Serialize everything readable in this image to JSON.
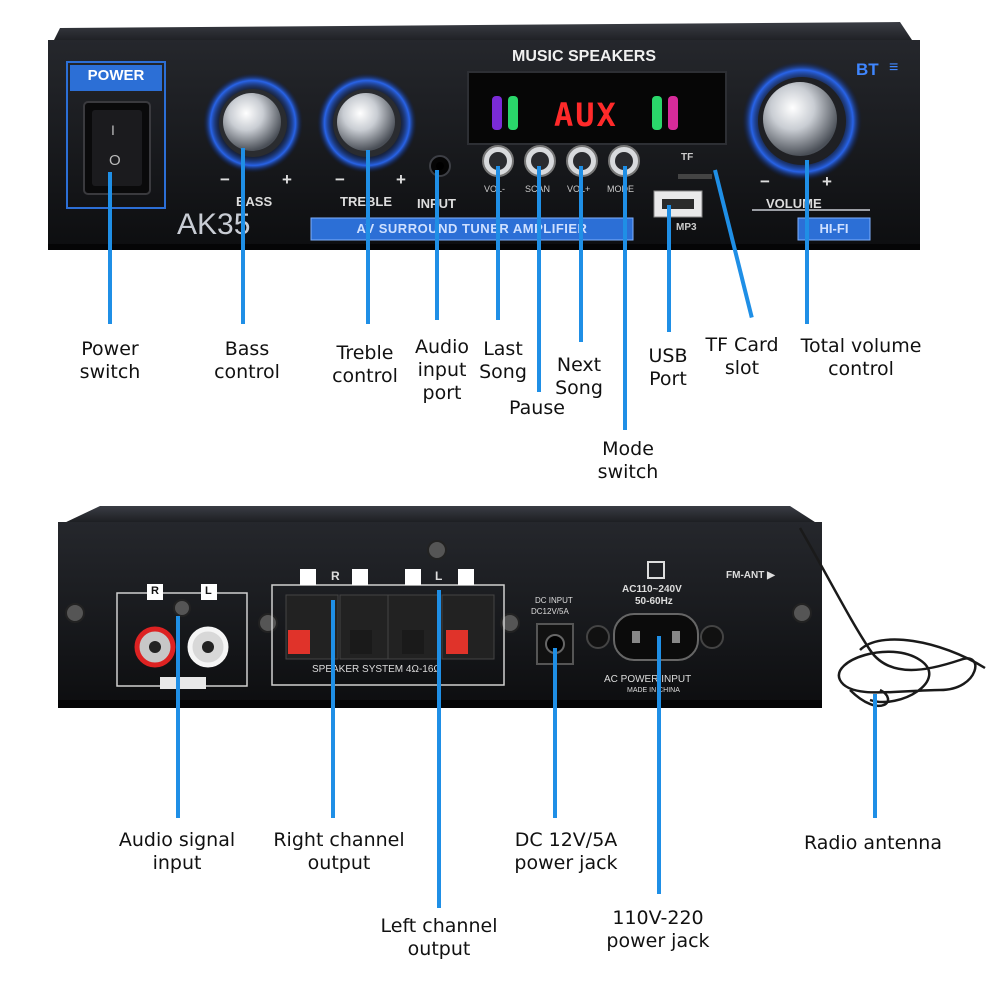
{
  "front_panel": {
    "power_label": "POWER",
    "power_switch_on": "I",
    "power_switch_off": "O",
    "display_header": "MUSIC SPEAKERS",
    "display_readout": "AUX",
    "bt_label": "BT",
    "model": "AK35",
    "bass_label": "BASS",
    "treble_label": "TREBLE",
    "input_label": "INPUT",
    "volume_label": "VOLUME",
    "minus": "−",
    "plus": "+",
    "buttons": [
      "VOL-",
      "SCAN",
      "VOL+",
      "MODE"
    ],
    "tf_label": "TF",
    "mp3_label": "MP3",
    "banner": "AV SURROUND TUNER AMPLIFIER",
    "hifi": "HI-FI"
  },
  "back_panel": {
    "rca_r": "R",
    "rca_l": "L",
    "speaker_r": "R",
    "speaker_l": "L",
    "speaker_system": "SPEAKER SYSTEM 4Ω-16Ω",
    "dc_input": "DC INPUT",
    "dc_rating": "DC12V/5A",
    "ac_range": "AC110~240V",
    "ac_freq": "50-60Hz",
    "ac_power_input": "AC POWER INPUT",
    "made_in": "MADE IN CHINA",
    "fm_ant": "FM-ANT ▶"
  },
  "callouts_front": [
    {
      "id": "power",
      "lines": [
        "Power",
        "switch"
      ]
    },
    {
      "id": "bass",
      "lines": [
        "Bass",
        "control"
      ]
    },
    {
      "id": "treble",
      "lines": [
        "Treble",
        "control"
      ]
    },
    {
      "id": "audio-input",
      "lines": [
        "Audio",
        "input",
        "port"
      ]
    },
    {
      "id": "last-song",
      "lines": [
        "Last",
        "Song"
      ]
    },
    {
      "id": "pause",
      "lines": [
        "Pause"
      ]
    },
    {
      "id": "next-song",
      "lines": [
        "Next",
        "Song"
      ]
    },
    {
      "id": "mode",
      "lines": [
        "Mode",
        "switch"
      ]
    },
    {
      "id": "usb",
      "lines": [
        "USB",
        "Port"
      ]
    },
    {
      "id": "tf-card",
      "lines": [
        "TF Card",
        "slot"
      ]
    },
    {
      "id": "volume",
      "lines": [
        "Total volume",
        "control"
      ]
    }
  ],
  "callouts_back": [
    {
      "id": "audio-signal",
      "lines": [
        "Audio signal",
        "input"
      ]
    },
    {
      "id": "right-channel",
      "lines": [
        "Right channel",
        "output"
      ]
    },
    {
      "id": "dc-jack",
      "lines": [
        "DC 12V/5A",
        "power jack"
      ]
    },
    {
      "id": "antenna",
      "lines": [
        "Radio antenna"
      ]
    },
    {
      "id": "left-channel",
      "lines": [
        "Left channel",
        "output"
      ]
    },
    {
      "id": "ac-jack",
      "lines": [
        "110V-220",
        "power jack"
      ]
    }
  ],
  "colors": {
    "accent": "#1f8fe6",
    "panel": "#141518",
    "display_red": "#ff2a2a",
    "banner_blue": "#2c6fd6"
  }
}
